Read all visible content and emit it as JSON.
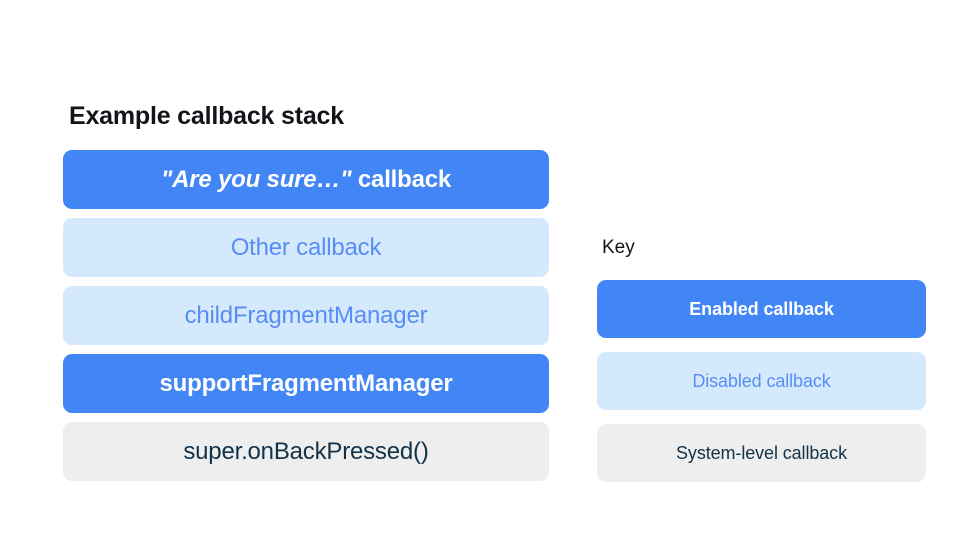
{
  "diagram": {
    "background_color": "#ffffff",
    "colors": {
      "enabled_fill": "#4285f4",
      "enabled_text": "#ffffff",
      "disabled_fill": "#d4eafc",
      "disabled_text": "#5a8df4",
      "system_fill": "#eeeeee",
      "system_text": "#12324a",
      "heading_text": "#111418"
    }
  },
  "stack": {
    "title": "Example callback stack",
    "items": [
      {
        "label": "\"Are you sure…\" callback",
        "quoted_part": "\"Are you sure…\"",
        "plain_part": " callback",
        "state": "enabled"
      },
      {
        "label": "Other callback",
        "state": "disabled"
      },
      {
        "label": "childFragmentManager",
        "state": "disabled"
      },
      {
        "label": "supportFragmentManager",
        "state": "enabled"
      },
      {
        "label": "super.onBackPressed()",
        "state": "system"
      }
    ]
  },
  "key": {
    "title": "Key",
    "items": [
      {
        "label": "Enabled callback",
        "state": "enabled"
      },
      {
        "label": "Disabled callback",
        "state": "disabled"
      },
      {
        "label": "System-level callback",
        "state": "system"
      }
    ]
  }
}
